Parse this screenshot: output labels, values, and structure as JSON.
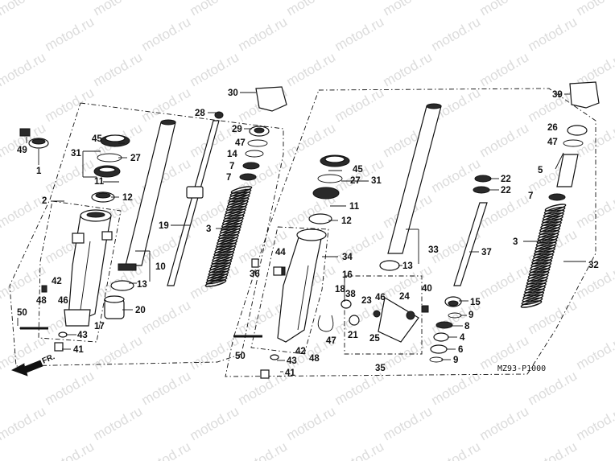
{
  "watermark": "motod.ru",
  "diagram_code": "MZ93-P1000",
  "direction_label": "FR.",
  "callouts": {
    "p1": "1",
    "p2": "2",
    "p3": "3",
    "p3b": "3",
    "p4": "4",
    "p5": "5",
    "p6": "6",
    "p7a": "7",
    "p7b": "7",
    "p7c": "7",
    "p8": "8",
    "p9a": "9",
    "p9b": "9",
    "p10": "10",
    "p11a": "11",
    "p11b": "11",
    "p12a": "12",
    "p12b": "12",
    "p13a": "13",
    "p13b": "13",
    "p14": "14",
    "p15": "15",
    "p16": "16",
    "p17": "17",
    "p18": "18",
    "p19": "19",
    "p20": "20",
    "p21": "21",
    "p22a": "22",
    "p22b": "22",
    "p23": "23",
    "p24": "24",
    "p25": "25",
    "p26": "26",
    "p27a": "27",
    "p27b": "27",
    "p28": "28",
    "p29": "29",
    "p30": "30",
    "p31a": "31",
    "p31b": "31",
    "p32": "32",
    "p33": "33",
    "p34": "34",
    "p35": "35",
    "p36": "36",
    "p37": "37",
    "p38": "38",
    "p39": "39",
    "p40": "40",
    "p41a": "41",
    "p41b": "41",
    "p42a": "42",
    "p42b": "42",
    "p43a": "43",
    "p43b": "43",
    "p44": "44",
    "p45a": "45",
    "p45b": "45",
    "p46a": "46",
    "p46b": "46",
    "p47a": "47",
    "p47b": "47",
    "p47c": "47",
    "p48a": "48",
    "p48b": "48",
    "p49": "49",
    "p50a": "50",
    "p50b": "50"
  }
}
